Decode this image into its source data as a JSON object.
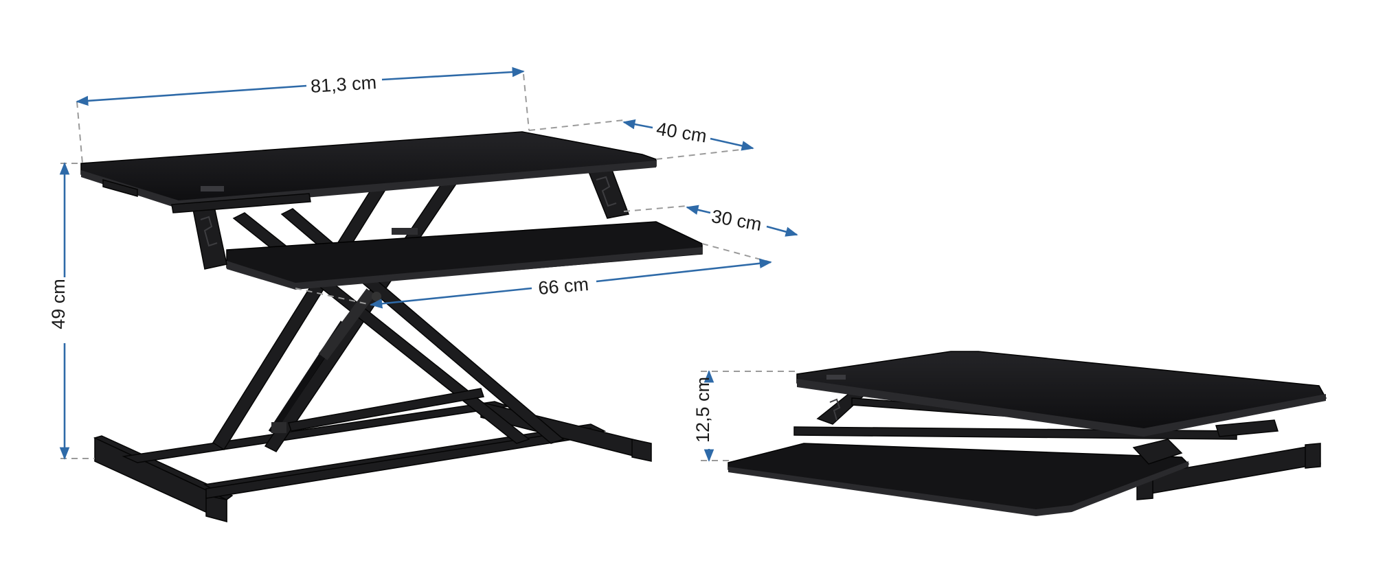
{
  "dimensions": {
    "width_top": "81,3 cm",
    "depth_top": "40 cm",
    "depth_keyboard": "30 cm",
    "width_keyboard": "66 cm",
    "height_max": "49 cm",
    "height_min": "12,5 cm"
  },
  "colors": {
    "dimension_arrow": "#2e6aa8",
    "guide_line": "#9a9a9a",
    "product": "#141416",
    "background": "#ffffff"
  }
}
